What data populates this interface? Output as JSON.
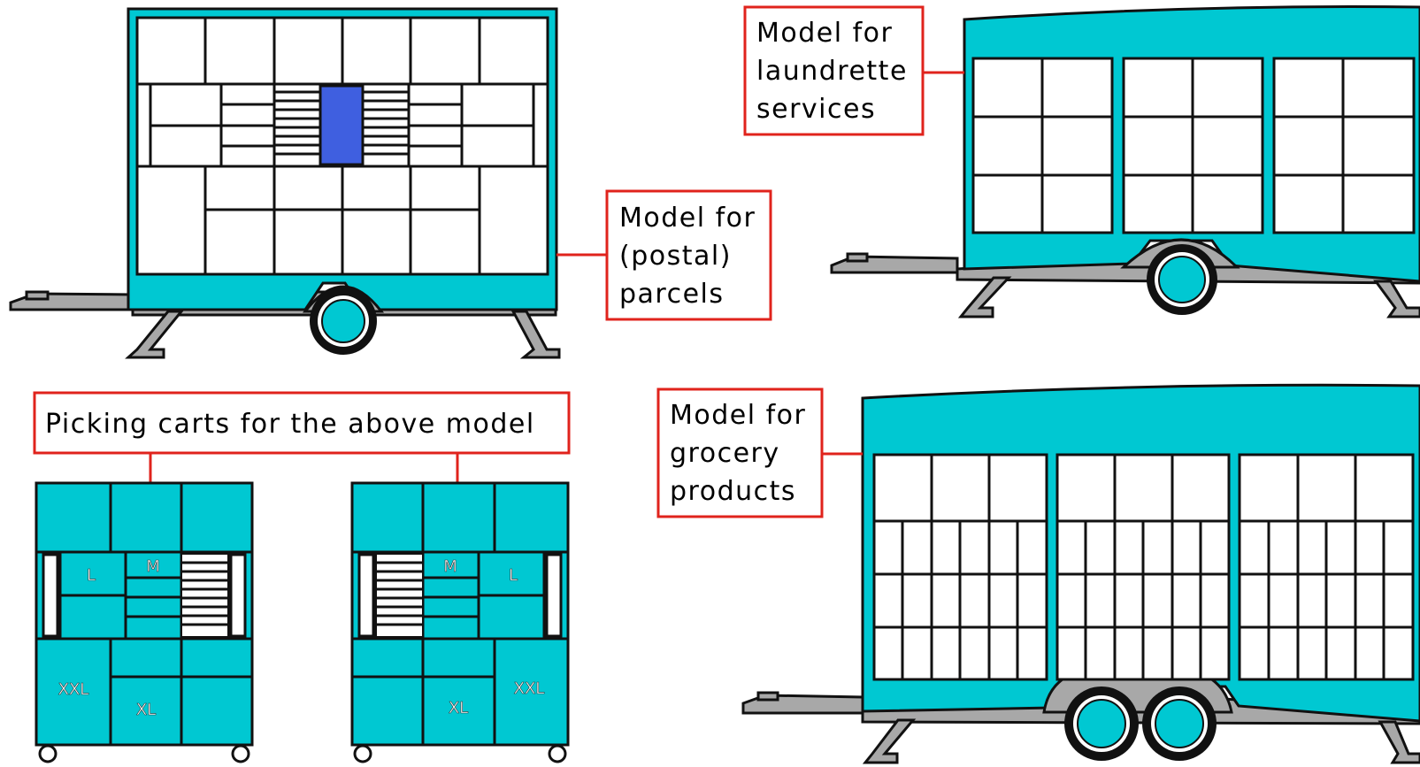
{
  "colors": {
    "body": "#00c8d2",
    "outline": "#111111",
    "chassis": "#a8a8a8",
    "callout_border": "#e0231c",
    "highlight_slot": "#3f5fe0",
    "compartment": "#ffffff"
  },
  "callouts": {
    "parcels": {
      "lines": [
        "Model for",
        "(postal)",
        "parcels"
      ]
    },
    "laundrette": {
      "lines": [
        "Model for",
        "laundrette",
        "services"
      ]
    },
    "grocery": {
      "lines": [
        "Model for",
        "grocery",
        "products"
      ]
    },
    "picking": {
      "text": "Picking carts for the above model"
    }
  },
  "cart_labels": {
    "left": {
      "l": "L",
      "m": "M",
      "xxl": "XXL",
      "xl": "XL"
    },
    "right": {
      "m": "M",
      "l": "L",
      "xxl": "XXL",
      "xl": "XL"
    }
  }
}
